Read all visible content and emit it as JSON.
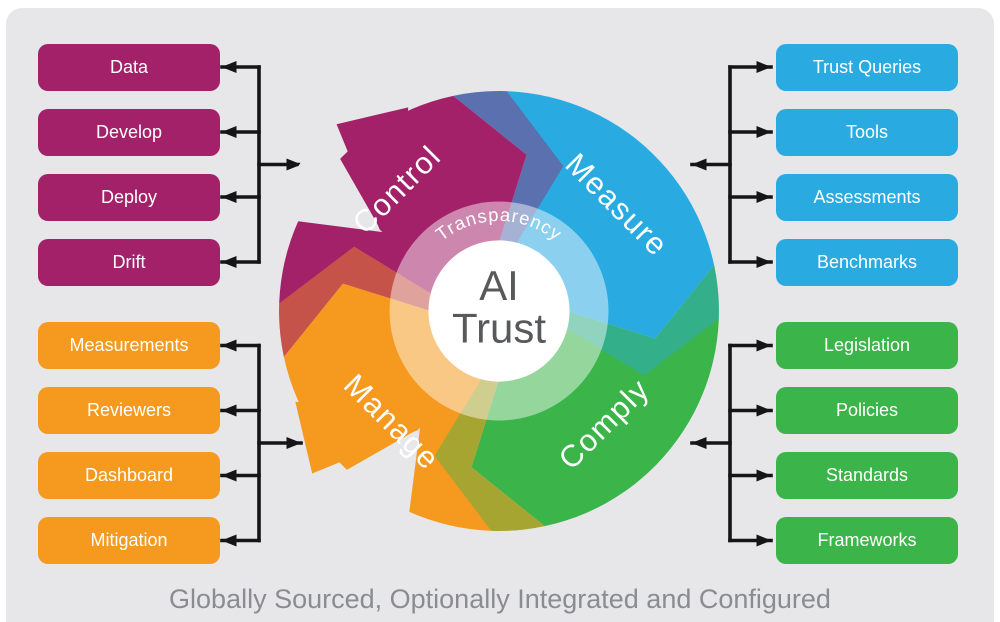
{
  "caption": "Globally Sourced, Optionally Integrated and Configured",
  "colors": {
    "control": "#A32168",
    "measure": "#29ABE2",
    "comply": "#3BB44A",
    "manage": "#F5991F",
    "background": "#E7E7E9",
    "arrow": "#151515",
    "caption_text": "#8A8C90",
    "center_text": "#58595B",
    "box_text": "#FFFFFF"
  },
  "wheel": {
    "center": {
      "line1": "AI",
      "line2": "Trust"
    },
    "ring_label": "Transparency",
    "segments": [
      {
        "label": "Control",
        "color": "#A32168"
      },
      {
        "label": "Measure",
        "color": "#29ABE2"
      },
      {
        "label": "Comply",
        "color": "#3BB44A"
      },
      {
        "label": "Manage",
        "color": "#F5991F"
      }
    ]
  },
  "panels": {
    "control": {
      "items": [
        "Data",
        "Develop",
        "Deploy",
        "Drift"
      ]
    },
    "measure": {
      "items": [
        "Trust Queries",
        "Tools",
        "Assessments",
        "Benchmarks"
      ]
    },
    "manage": {
      "items": [
        "Measurements",
        "Reviewers",
        "Dashboard",
        "Mitigation"
      ]
    },
    "comply": {
      "items": [
        "Legislation",
        "Policies",
        "Standards",
        "Frameworks"
      ]
    }
  }
}
